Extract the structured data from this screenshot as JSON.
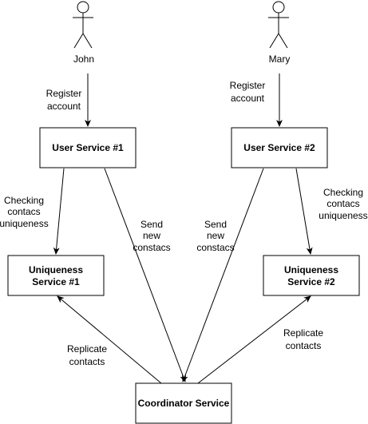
{
  "actors": [
    {
      "id": "john",
      "name": "John"
    },
    {
      "id": "mary",
      "name": "Mary"
    }
  ],
  "nodes": [
    {
      "id": "user1",
      "lines": [
        "User Service #1"
      ]
    },
    {
      "id": "user2",
      "lines": [
        "User Service #2"
      ]
    },
    {
      "id": "uniq1",
      "lines": [
        "Uniqueness",
        "Service #1"
      ]
    },
    {
      "id": "uniq2",
      "lines": [
        "Uniqueness",
        "Service #2"
      ]
    },
    {
      "id": "coord",
      "lines": [
        "Coordinator Service"
      ]
    }
  ],
  "edges": [
    {
      "id": "john-to-user1",
      "from": "john",
      "to": "user1",
      "label": [
        "Register",
        "account"
      ]
    },
    {
      "id": "mary-to-user2",
      "from": "mary",
      "to": "user2",
      "label": [
        "Register",
        "account"
      ]
    },
    {
      "id": "user1-to-uniq1",
      "from": "user1",
      "to": "uniq1",
      "label": [
        "Checking",
        "contacs",
        "uniqueness"
      ]
    },
    {
      "id": "user2-to-uniq2",
      "from": "user2",
      "to": "uniq2",
      "label": [
        "Checking",
        "contacs",
        "uniqueness"
      ]
    },
    {
      "id": "user1-to-coord",
      "from": "user1",
      "to": "coord",
      "label": [
        "Send",
        "new",
        "constacs"
      ]
    },
    {
      "id": "user2-to-coord",
      "from": "user2",
      "to": "coord",
      "label": [
        "Send",
        "new",
        "constacs"
      ]
    },
    {
      "id": "coord-to-uniq1",
      "from": "coord",
      "to": "uniq1",
      "label": [
        "Replicate",
        "contacts"
      ]
    },
    {
      "id": "coord-to-uniq2",
      "from": "coord",
      "to": "uniq2",
      "label": [
        "Replicate",
        "contacts"
      ]
    }
  ],
  "colors": {
    "stroke": "#000000",
    "fill": "#ffffff",
    "text": "#000000"
  }
}
